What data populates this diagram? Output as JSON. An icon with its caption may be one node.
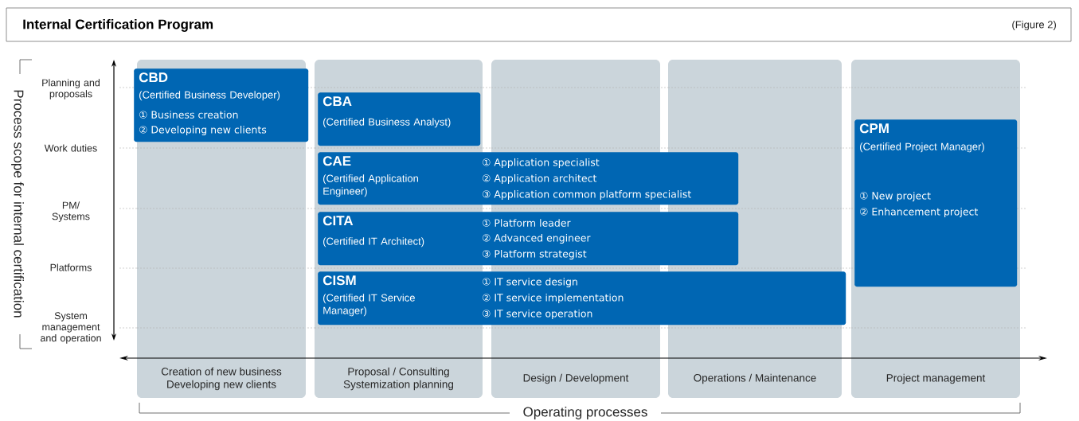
{
  "diagram": {
    "title": "Internal Certification Program",
    "nodes": [
      {
        "text": [
          "Creation of new business",
          "Developing new clients"
        ]
      },
      {
        "text": [
          "Proposal / Consulting",
          "Systemization planning"
        ]
      },
      {
        "text": [
          "Design / Development"
        ]
      },
      {
        "text": [
          "Operations / Maintenance"
        ]
      },
      {
        "text": [
          "Project management"
        ]
      },
      {
        "text": [
          "CBD",
          "(Certified Business Developer)",
          "① Business creation",
          "② Developing new clients"
        ],
        "in": 0
      },
      {
        "text": [
          "CBA",
          "(Certified Business Analyst)"
        ],
        "in": 1
      },
      {
        "text": [
          "CAE",
          "(Certified Application Engineer)",
          "① Application specialist",
          "② Application architect",
          "③ Application common platform specialist"
        ]
      },
      {
        "text": [
          "CITA",
          "(Certified IT Architect)",
          "① Platform leader",
          "② Advanced engineer",
          "③ Platform strategist"
        ]
      },
      {
        "text": [
          "CISM",
          "(Certified IT Service Manager)",
          "① IT service design",
          "② IT service implementation",
          "③ IT service operation"
        ]
      },
      {
        "text": [
          "CPM",
          "(Certified Project Manager)",
          "① New project",
          "② Enhancement project"
        ],
        "in": 4
      }
    ],
    "labels": [
      "(Figure 2)",
      "Process scope for internal certification",
      "Planning and proposals",
      "Work duties",
      "PM/ Systems",
      "Platforms",
      "System management and operation",
      "Operating processes"
    ]
  }
}
